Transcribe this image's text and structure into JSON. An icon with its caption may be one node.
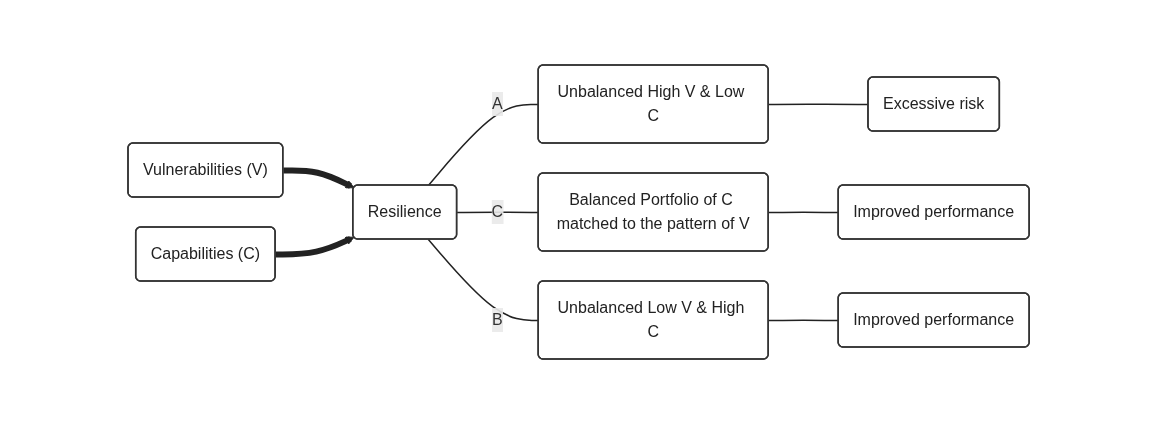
{
  "diagram": {
    "nodes": [
      {
        "text": [
          "Vulnerabilities (V)"
        ]
      },
      {
        "text": [
          "Resilience"
        ]
      },
      {
        "text": [
          "Capabilities (C)"
        ]
      },
      {
        "text": [
          "Unbalanced High V & Low C"
        ]
      },
      {
        "text": [
          "Balanced Portfolio of C matched to the pattern of V"
        ]
      },
      {
        "text": [
          "Unbalanced Low V & High C"
        ]
      },
      {
        "text": [
          "Excessive risk"
        ]
      },
      {
        "text": [
          "Improved performance"
        ]
      },
      {
        "text": [
          "Improved performance"
        ]
      }
    ],
    "edges": [
      {
        "from": 0,
        "to": 1,
        "arrow": "to",
        "style": "thick"
      },
      {
        "from": 2,
        "to": 1,
        "arrow": "to",
        "style": "thick"
      },
      {
        "from": 1,
        "to": 3,
        "arrow": "none",
        "label": "A"
      },
      {
        "from": 1,
        "to": 4,
        "arrow": "none",
        "label": "C"
      },
      {
        "from": 1,
        "to": 5,
        "arrow": "none",
        "label": "B"
      },
      {
        "from": 3,
        "to": 6,
        "arrow": "none"
      },
      {
        "from": 4,
        "to": 7,
        "arrow": "none"
      },
      {
        "from": 5,
        "to": 8,
        "arrow": "none"
      }
    ]
  }
}
